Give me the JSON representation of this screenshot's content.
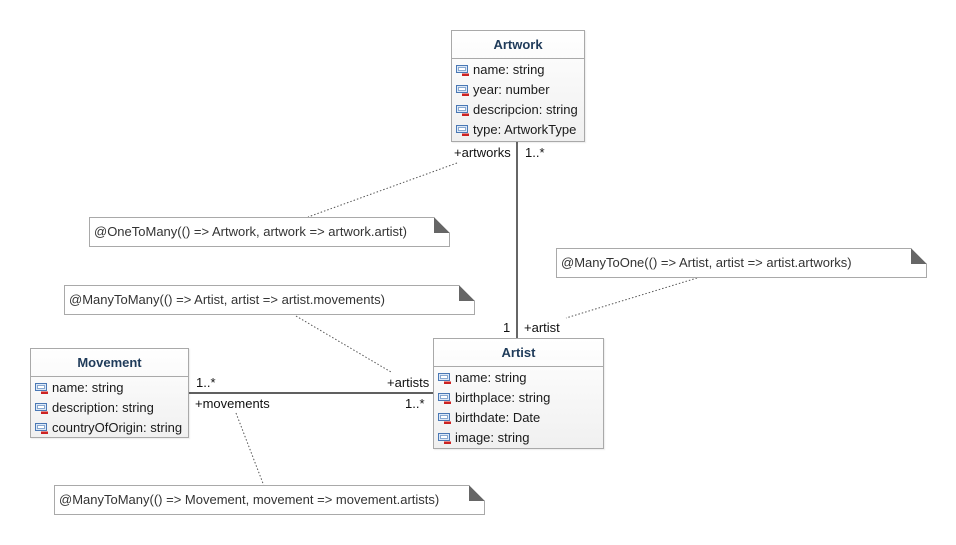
{
  "classes": {
    "artwork": {
      "name": "Artwork",
      "attributes": [
        "name: string",
        "year: number",
        "descripcion: string",
        "type: ArtworkType"
      ]
    },
    "artist": {
      "name": "Artist",
      "attributes": [
        "name: string",
        "birthplace: string",
        "birthdate: Date",
        "image: string"
      ]
    },
    "movement": {
      "name": "Movement",
      "attributes": [
        "name: string",
        "description: string",
        "countryOfOrigin: string"
      ]
    }
  },
  "notes": {
    "one_to_many": "@OneToMany(() => Artwork, artwork => artwork.artist)",
    "many_to_one": "@ManyToOne(() => Artist, artist => artist.artworks)",
    "many_to_many_artist": "@ManyToMany(() => Artist, artist => artist.movements)",
    "many_to_many_movement": "@ManyToMany(() => Movement, movement => movement.artists)"
  },
  "associations": {
    "artwork_artist": {
      "artwork_end_role": "+artworks",
      "artwork_end_multiplicity": "1..*",
      "artist_end_multiplicity": "1",
      "artist_end_role": "+artist"
    },
    "movement_artist": {
      "movement_end_multiplicity": "1..*",
      "movement_end_role": "+movements",
      "artist_end_role": "+artists",
      "artist_end_multiplicity": "1..*"
    }
  },
  "icons": {
    "attribute": "attribute-icon"
  },
  "colors": {
    "class_name": "#1f3b5a",
    "border": "#a9a9a9",
    "icon_blue": "#4a78b5",
    "icon_red": "#cc2222"
  }
}
